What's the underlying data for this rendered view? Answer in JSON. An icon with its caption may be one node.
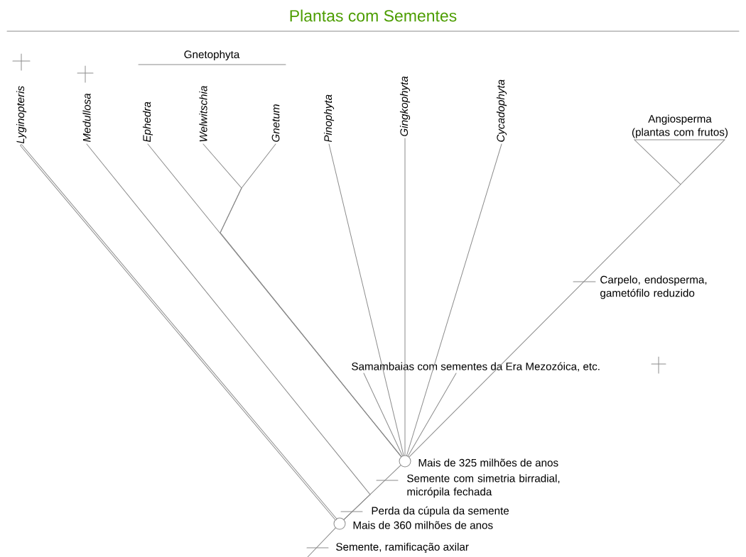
{
  "diagram": {
    "title": "Plantas com Sementes",
    "nodes": [
      {
        "text": [
          "*Lyginopteris*"
        ]
      },
      {
        "text": [
          "*Medullosa*"
        ]
      },
      {
        "text": [
          "*Ephedra*"
        ]
      },
      {
        "text": [
          "*Welwitschia*"
        ]
      },
      {
        "text": [
          "*Gnetum*"
        ]
      },
      {
        "text": [
          "*Pinophyta*"
        ]
      },
      {
        "text": [
          "*Gingkophyta*"
        ]
      },
      {
        "text": [
          "*Cycadophyta*"
        ]
      },
      {
        "text": [
          "Angiosperma (plantas com frutos)"
        ]
      },
      {
        "text": [
          "Samambaias com sementes da Era Mezozóica, etc."
        ]
      },
      {
        "text": [],
        "shape": "circle",
        "beside": [
          "Mais de 325 milhões de anos"
        ]
      },
      {
        "text": [],
        "shape": "circle",
        "beside": [
          "Mais de 360 milhões de anos"
        ]
      }
    ],
    "edges": [
      {
        "from": null,
        "to": 11,
        "arrow": "none"
      },
      {
        "from": 11,
        "to": 10,
        "arrow": "none"
      },
      {
        "from": 11,
        "to": 0,
        "arrow": "none",
        "style": "thick"
      },
      {
        "from": 11,
        "to": 1,
        "arrow": "none"
      },
      {
        "from": 10,
        "to": 2,
        "arrow": "none"
      },
      {
        "from": 10,
        "to": 3,
        "arrow": "none"
      },
      {
        "from": 10,
        "to": 4,
        "arrow": "none"
      },
      {
        "from": 10,
        "to": 5,
        "arrow": "none"
      },
      {
        "from": 10,
        "to": 6,
        "arrow": "none"
      },
      {
        "from": 10,
        "to": 7,
        "arrow": "none"
      },
      {
        "from": 10,
        "to": 8,
        "arrow": "none"
      },
      {
        "from": 10,
        "to": 9,
        "arrow": "none"
      },
      {
        "from": 10,
        "to": 9,
        "arrow": "none"
      }
    ],
    "labels": [
      "Gnetophyta",
      "Carpelo, endosperma, gametófilo reduzido",
      "Semente com simetria birradial, micrópila fechada",
      "Perda da cúpula da semente",
      "Semente, ramificação axilar"
    ]
  }
}
